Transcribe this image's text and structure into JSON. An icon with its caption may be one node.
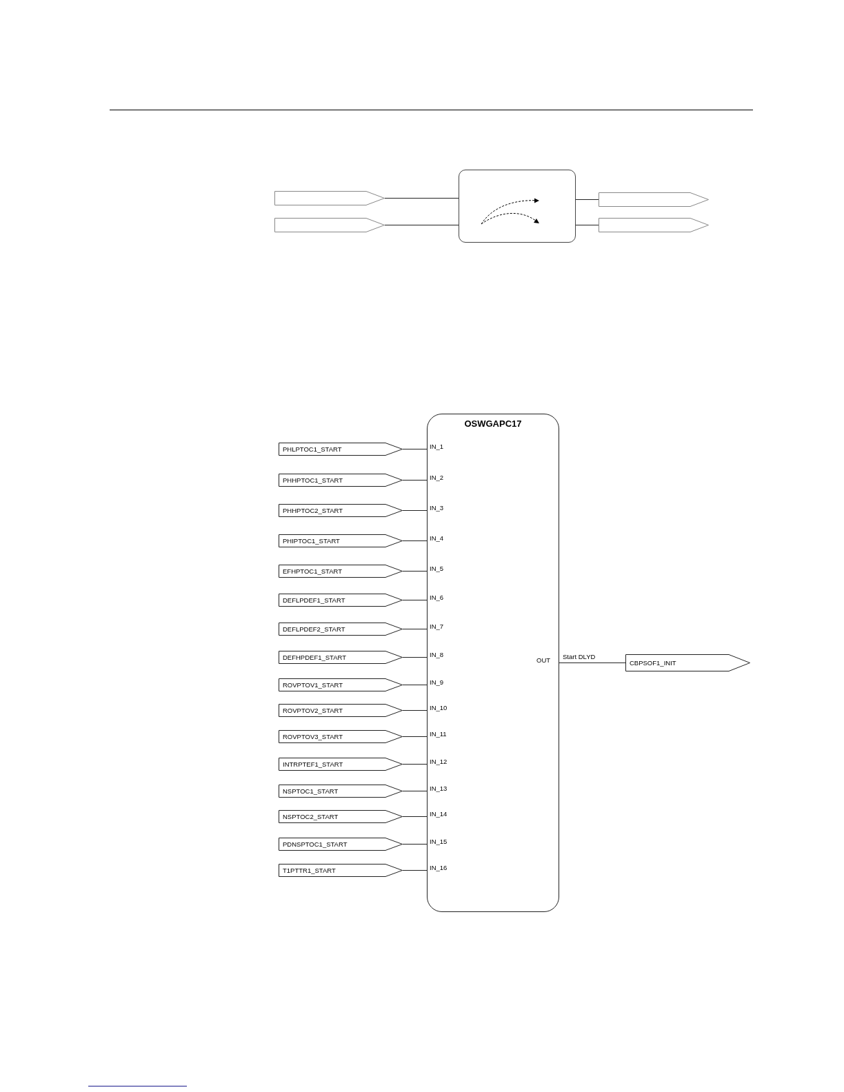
{
  "diagram": {
    "nodes": [
      {
        "text": [],
        "shape": "tag"
      },
      {
        "text": [],
        "shape": "tag"
      },
      {
        "text": [],
        "shape": "box"
      },
      {
        "text": [],
        "shape": "tag"
      },
      {
        "text": [],
        "shape": "tag"
      },
      {
        "text": [
          "OSWGAPC17"
        ]
      },
      {
        "text": [
          "PHLPTOC1_START"
        ]
      },
      {
        "text": [
          "PHHPTOC1_START"
        ]
      },
      {
        "text": [
          "PHHPTOC2_START"
        ]
      },
      {
        "text": [
          "PHIPTOC1_START"
        ]
      },
      {
        "text": [
          "EFHPTOC1_START"
        ]
      },
      {
        "text": [
          "DEFLPDEF1_START"
        ]
      },
      {
        "text": [
          "DEFLPDEF2_START"
        ]
      },
      {
        "text": [
          "DEFHPDEF1_START"
        ]
      },
      {
        "text": [
          "ROVPTOV1_START"
        ]
      },
      {
        "text": [
          "ROVPTOV2_START"
        ]
      },
      {
        "text": [
          "ROVPTOV3_START"
        ]
      },
      {
        "text": [
          "INTRPTEF1_START"
        ]
      },
      {
        "text": [
          "NSPTOC1_START"
        ]
      },
      {
        "text": [
          "NSPTOC2_START"
        ]
      },
      {
        "text": [
          "PDNSPTOC1_START"
        ]
      },
      {
        "text": [
          "T1PTTR1_START"
        ]
      },
      {
        "text": [
          "CBPSOF1_INIT"
        ]
      }
    ],
    "edges": [
      {
        "from": 0,
        "to": 2,
        "arrow": "none"
      },
      {
        "from": 1,
        "to": 2,
        "arrow": "none"
      },
      {
        "from": 2,
        "to": 3,
        "arrow": "none"
      },
      {
        "from": 2,
        "to": 4,
        "arrow": "none"
      },
      {
        "from": 6,
        "to": 5,
        "arrow": "none"
      },
      {
        "from": 7,
        "to": 5,
        "arrow": "none"
      },
      {
        "from": 8,
        "to": 5,
        "arrow": "none"
      },
      {
        "from": 9,
        "to": 5,
        "arrow": "none"
      },
      {
        "from": 10,
        "to": 5,
        "arrow": "none"
      },
      {
        "from": 11,
        "to": 5,
        "arrow": "none"
      },
      {
        "from": 12,
        "to": 5,
        "arrow": "none"
      },
      {
        "from": 13,
        "to": 5,
        "arrow": "none"
      },
      {
        "from": 14,
        "to": 5,
        "arrow": "none"
      },
      {
        "from": 15,
        "to": 5,
        "arrow": "none"
      },
      {
        "from": 16,
        "to": 5,
        "arrow": "none"
      },
      {
        "from": 17,
        "to": 5,
        "arrow": "none"
      },
      {
        "from": 18,
        "to": 5,
        "arrow": "none"
      },
      {
        "from": 19,
        "to": 5,
        "arrow": "none"
      },
      {
        "from": 20,
        "to": 5,
        "arrow": "none"
      },
      {
        "from": 21,
        "to": 5,
        "arrow": "none"
      },
      {
        "from": 5,
        "to": 22,
        "arrow": "none",
        "label": "Start DLYD"
      }
    ],
    "labels": [
      "IN_1",
      "IN_2",
      "IN_3",
      "IN_4",
      "IN_5",
      "IN_6",
      "IN_7",
      "IN_8",
      "IN_9",
      "IN_10",
      "IN_11",
      "IN_12",
      "IN_13",
      "IN_14",
      "IN_15",
      "IN_16",
      "OUT"
    ]
  }
}
